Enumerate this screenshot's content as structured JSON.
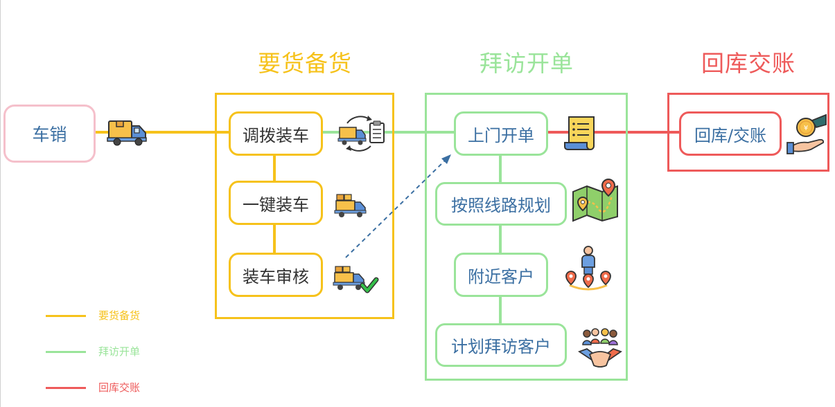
{
  "colors": {
    "stock": "#f6c21b",
    "visit": "#9ae49a",
    "settle": "#ee5a5a",
    "start": "#f5c0cb",
    "arrow": "#3b6fa2",
    "text": "#3b6fa2"
  },
  "stages": {
    "stock": {
      "title": "要货备货"
    },
    "visit": {
      "title": "拜访开单"
    },
    "settle": {
      "title": "回库交账"
    }
  },
  "nodes": {
    "start": "车销",
    "transfer_load": "调拨装车",
    "one_key_load": "一键装车",
    "load_review": "装车审核",
    "door_order": "上门开单",
    "route_plan": "按照线路规划",
    "nearby_customers": "附近客户",
    "planned_visit": "计划拜访客户",
    "return_settle": "回库/交账"
  },
  "legend": [
    {
      "label": "要货备货",
      "color": "#f6c21b"
    },
    {
      "label": "拜访开单",
      "color": "#9ae49a"
    },
    {
      "label": "回库交账",
      "color": "#ee5a5a"
    }
  ],
  "icons": {
    "start": "delivery-truck-icon",
    "transfer_load": "truck-transfer-clipboard-icon",
    "one_key_load": "loaded-truck-icon",
    "load_review": "truck-approved-check-icon",
    "door_order": "receipt-document-icon",
    "route_plan": "route-map-pins-icon",
    "nearby_customers": "person-location-pins-icon",
    "planned_visit": "handshake-people-icon",
    "return_settle": "hand-coin-money-icon"
  }
}
